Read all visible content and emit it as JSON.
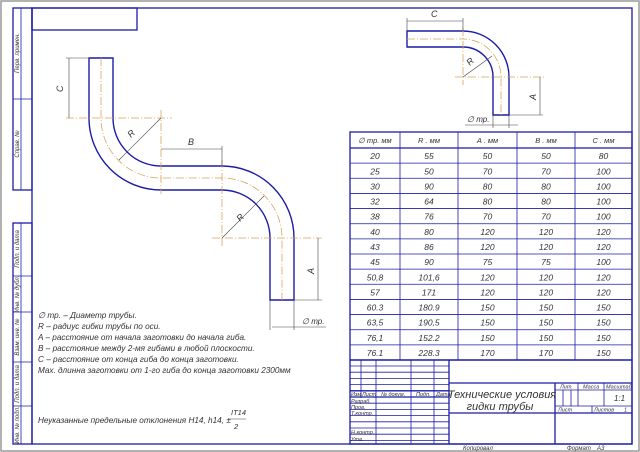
{
  "side_stamp": [
    "Перв. примен.",
    "Справ. №",
    "Подп. и дата",
    "Инв. № дубл.",
    "Взам. инв. №",
    "Подп. и дата",
    "Инв. № подл."
  ],
  "drawing": {
    "dim_c": "C",
    "dim_r": "R",
    "dim_b": "B",
    "dim_a": "A",
    "dim_d": "∅ тр."
  },
  "table": {
    "headers": [
      "∅ тр. мм",
      "R . мм",
      "A . мм",
      "B . мм",
      "C . мм"
    ],
    "rows": [
      [
        "20",
        "55",
        "50",
        "50",
        "80"
      ],
      [
        "25",
        "50",
        "70",
        "70",
        "100"
      ],
      [
        "30",
        "90",
        "80",
        "80",
        "100"
      ],
      [
        "32",
        "64",
        "80",
        "80",
        "100"
      ],
      [
        "38",
        "76",
        "70",
        "70",
        "100"
      ],
      [
        "40",
        "80",
        "120",
        "120",
        "120"
      ],
      [
        "43",
        "86",
        "120",
        "120",
        "120"
      ],
      [
        "45",
        "90",
        "75",
        "75",
        "100"
      ],
      [
        "50,8",
        "101,6",
        "120",
        "120",
        "120"
      ],
      [
        "57",
        "171",
        "120",
        "120",
        "120"
      ],
      [
        "60.3",
        "180.9",
        "150",
        "150",
        "150"
      ],
      [
        "63,5",
        "190,5",
        "150",
        "150",
        "150"
      ],
      [
        "76,1",
        "152.2",
        "150",
        "150",
        "150"
      ],
      [
        "76.1",
        "228.3",
        "170",
        "170",
        "150"
      ]
    ]
  },
  "notes": [
    "∅ тр. – Диаметр трубы.",
    "R – радиус гибки трубы по оси.",
    "A – расстояние от начала заготовки до начала гиба.",
    "B – расстояние между 2-мя гибами в любой плоскости.",
    "C – расстояние от конца гиба до конца заготовки.",
    "Max. длинна заготовки от 1-го гиба до конца заготовки 2300мм"
  ],
  "tolerance": {
    "text": "Неуказанные предельные отклонения H14, h14, ±",
    "num": "IT14",
    "den": "2"
  },
  "title_block": {
    "cols": [
      "Изм",
      "Лист",
      "№ докум.",
      "Подп.",
      "Дата"
    ],
    "roles": [
      "Разраб.",
      "Пров.",
      "Т.контр.",
      "",
      "Н.контр.",
      "Утв."
    ],
    "title_line1": "Технические условия",
    "title_line2": "гидки трубы",
    "lit": "Лит.",
    "mass": "Масса",
    "scale_label": "Масштаб",
    "scale": "1:1",
    "sheet": "Лист",
    "sheets": "Листов",
    "sheets_count": "1"
  },
  "footer": {
    "copied": "Копировал",
    "format": "Формат",
    "format_value": "A3"
  },
  "colors": {
    "frame": "#1c1ca8",
    "axis": "#d9a55a"
  }
}
